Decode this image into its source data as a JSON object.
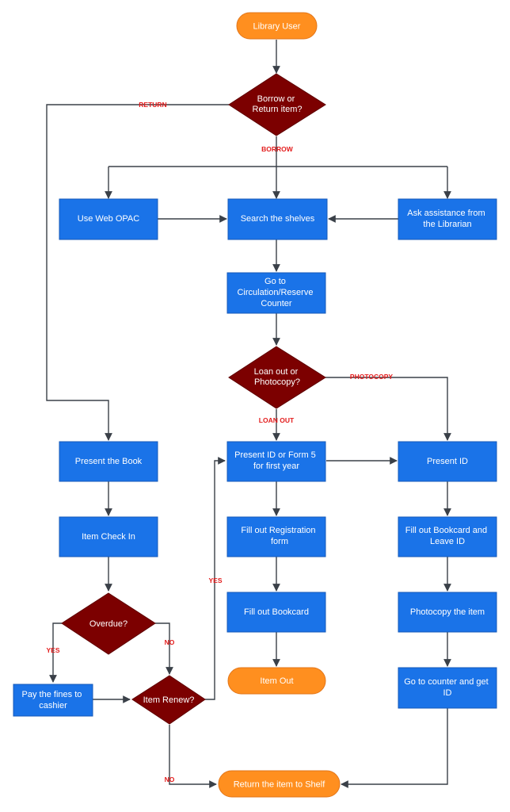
{
  "colors": {
    "terminal": "#ff8f1f",
    "process": "#1a73e8",
    "decision": "#7c0000",
    "edge": "#3a4048",
    "edge_label": "#e31b1b"
  },
  "nodes": {
    "library_user": {
      "type": "terminal",
      "lines": [
        "Library User"
      ]
    },
    "borrow_or_return": {
      "type": "decision",
      "lines": [
        "Borrow or",
        "Return item?"
      ]
    },
    "web_opac": {
      "type": "process",
      "lines": [
        "Use Web OPAC"
      ]
    },
    "search_shelves": {
      "type": "process",
      "lines": [
        "Search the shelves"
      ]
    },
    "ask_librarian": {
      "type": "process",
      "lines": [
        "Ask assistance from",
        "the Librarian"
      ]
    },
    "circulation_counter": {
      "type": "process",
      "lines": [
        "Go to",
        "Circulation/Reserve",
        "Counter"
      ]
    },
    "loan_or_photocopy": {
      "type": "decision",
      "lines": [
        "Loan out or",
        "Photocopy?"
      ]
    },
    "present_book": {
      "type": "process",
      "lines": [
        "Present the Book"
      ]
    },
    "item_check_in": {
      "type": "process",
      "lines": [
        "Item Check In"
      ]
    },
    "overdue": {
      "type": "decision",
      "lines": [
        "Overdue?"
      ]
    },
    "pay_fines": {
      "type": "process",
      "lines": [
        "Pay the fines to",
        "cashier"
      ]
    },
    "item_renew": {
      "type": "decision",
      "lines": [
        "Item Renew?"
      ]
    },
    "present_id_form5": {
      "type": "process",
      "lines": [
        "Present ID or Form 5",
        "for first year"
      ]
    },
    "registration_form": {
      "type": "process",
      "lines": [
        "Fill out Registration",
        "form"
      ]
    },
    "fill_bookcard": {
      "type": "process",
      "lines": [
        "Fill out Bookcard"
      ]
    },
    "item_out": {
      "type": "terminal",
      "lines": [
        "Item Out"
      ]
    },
    "present_id": {
      "type": "process",
      "lines": [
        "Present ID"
      ]
    },
    "bookcard_leave_id": {
      "type": "process",
      "lines": [
        "Fill out Bookcard and",
        "Leave ID"
      ]
    },
    "photocopy_item": {
      "type": "process",
      "lines": [
        "Photocopy the item"
      ]
    },
    "counter_get_id": {
      "type": "process",
      "lines": [
        "Go to counter and get",
        "ID"
      ]
    },
    "return_to_shelf": {
      "type": "terminal",
      "lines": [
        "Return the item to Shelf"
      ]
    }
  },
  "edge_labels": {
    "return": "RETURN",
    "borrow": "BORROW",
    "loan_out": "LOAN OUT",
    "photocopy": "PHOTOCOPY",
    "yes_fines": "YES",
    "no_overdue": "NO",
    "yes_renew": "YES",
    "no_renew": "NO"
  }
}
